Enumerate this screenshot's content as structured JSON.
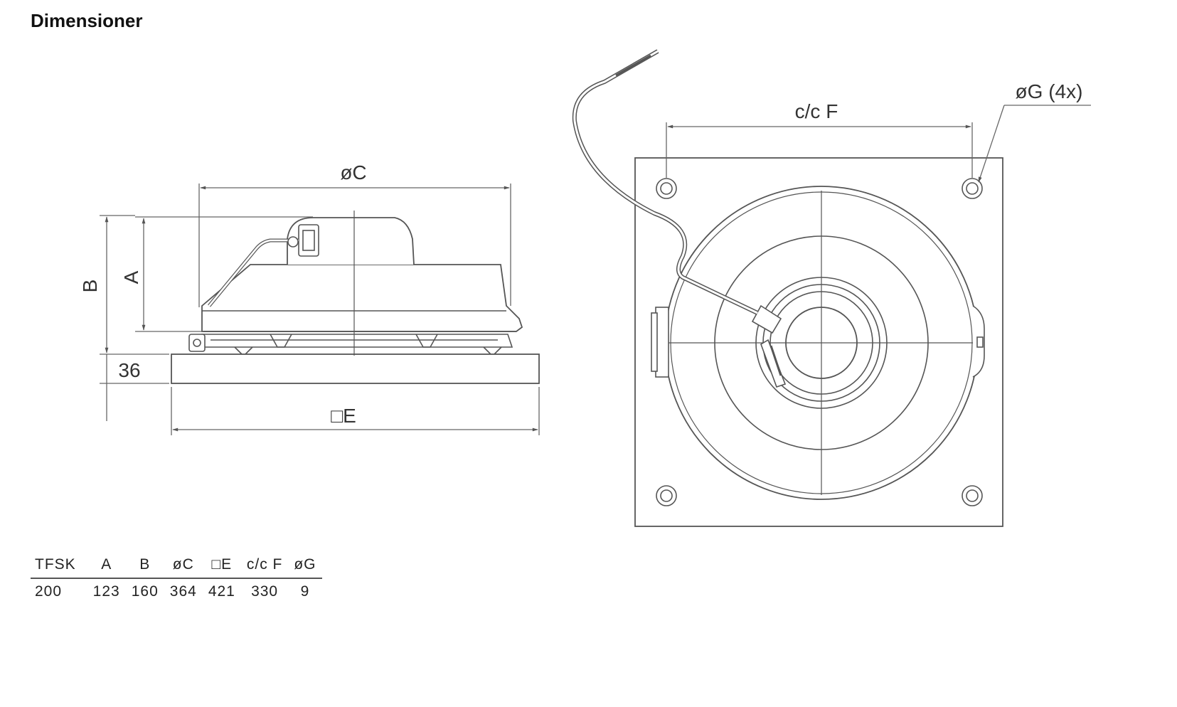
{
  "title": "Dimensioner",
  "side_view": {
    "labels": {
      "dia_c": "øC",
      "a": "A",
      "b": "B",
      "flange_height": "36",
      "square_e": "□E"
    }
  },
  "top_view": {
    "labels": {
      "cc_f": "c/c F",
      "dia_g": "øG (4x)"
    }
  },
  "table": {
    "headers": [
      "TFSK",
      "A",
      "B",
      "øC",
      "□E",
      "c/c F",
      "øG"
    ],
    "rows": [
      [
        "200",
        "123",
        "160",
        "364",
        "421",
        "330",
        "9"
      ]
    ]
  },
  "colors": {
    "line": "#555555",
    "text": "#333333"
  }
}
